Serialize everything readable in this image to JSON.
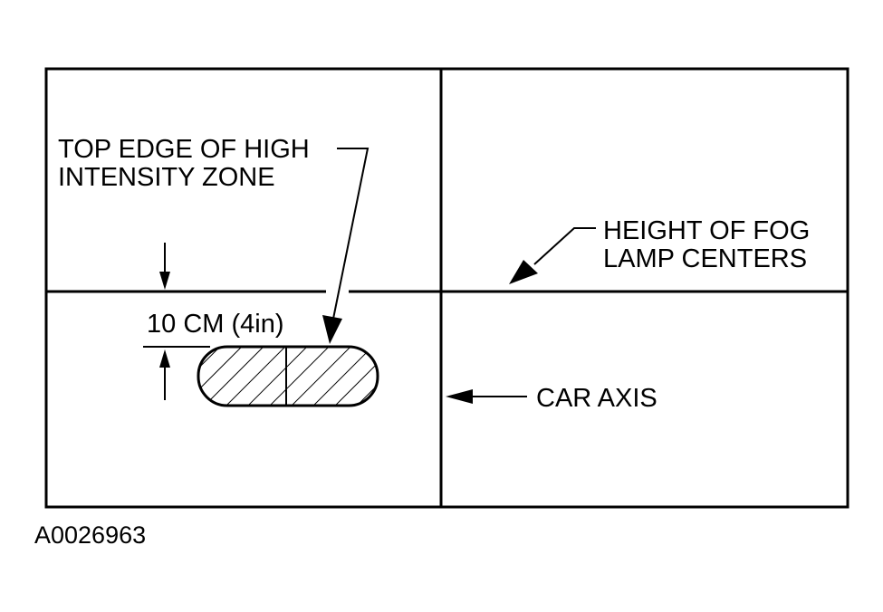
{
  "diagram": {
    "labels": {
      "top_edge_line1": "TOP EDGE OF HIGH",
      "top_edge_line2": "INTENSITY ZONE",
      "fog_height_line1": "HEIGHT OF FOG",
      "fog_height_line2": "LAMP CENTERS",
      "offset": "10 CM (4in)",
      "car_axis": "CAR AXIS"
    },
    "figure_id": "A0026963"
  },
  "colors": {
    "ink": "#000000",
    "paper": "#ffffff"
  }
}
